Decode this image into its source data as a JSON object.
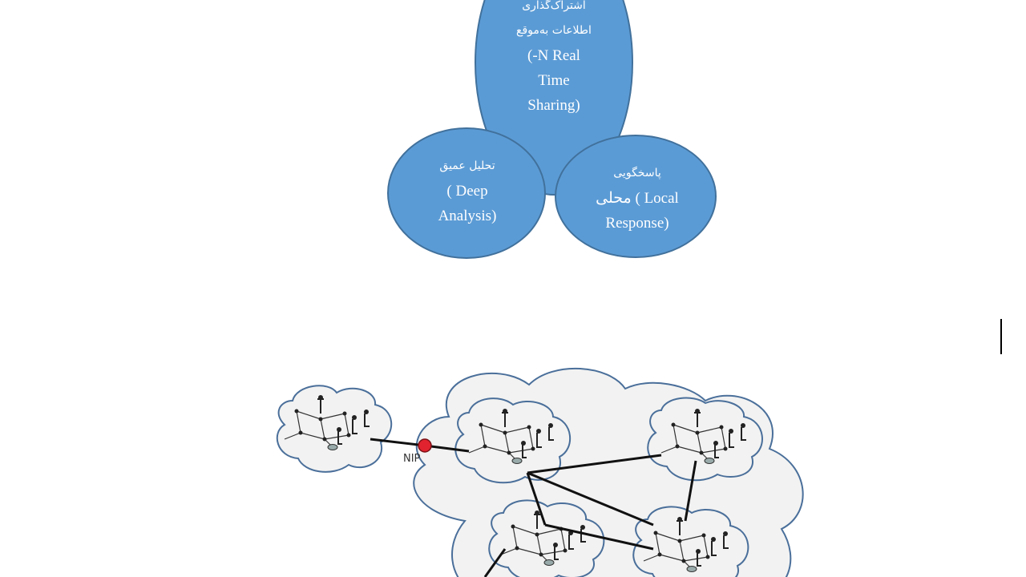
{
  "diagram": {
    "top_circle": {
      "lines": [
        "اشتراک‌گذاری",
        "اطلاعات به‌موقع",
        "N Real-)",
        "Time",
        "(Sharing"
      ]
    },
    "left_circle": {
      "lines": [
        "تحلیل عمیق",
        "Deep )",
        "(Analysis"
      ]
    },
    "right_circle": {
      "lines": [
        "پاسخگویی",
        "Local ) محلی",
        "(Response"
      ]
    },
    "fill_color": "#5b9bd5",
    "stroke_color": "#41719c"
  },
  "network": {
    "nip_label": "NIP",
    "cloud_fill": "#f2f2f2",
    "cloud_stroke": "#4a6f9a",
    "nip_color": "#e0232e"
  }
}
